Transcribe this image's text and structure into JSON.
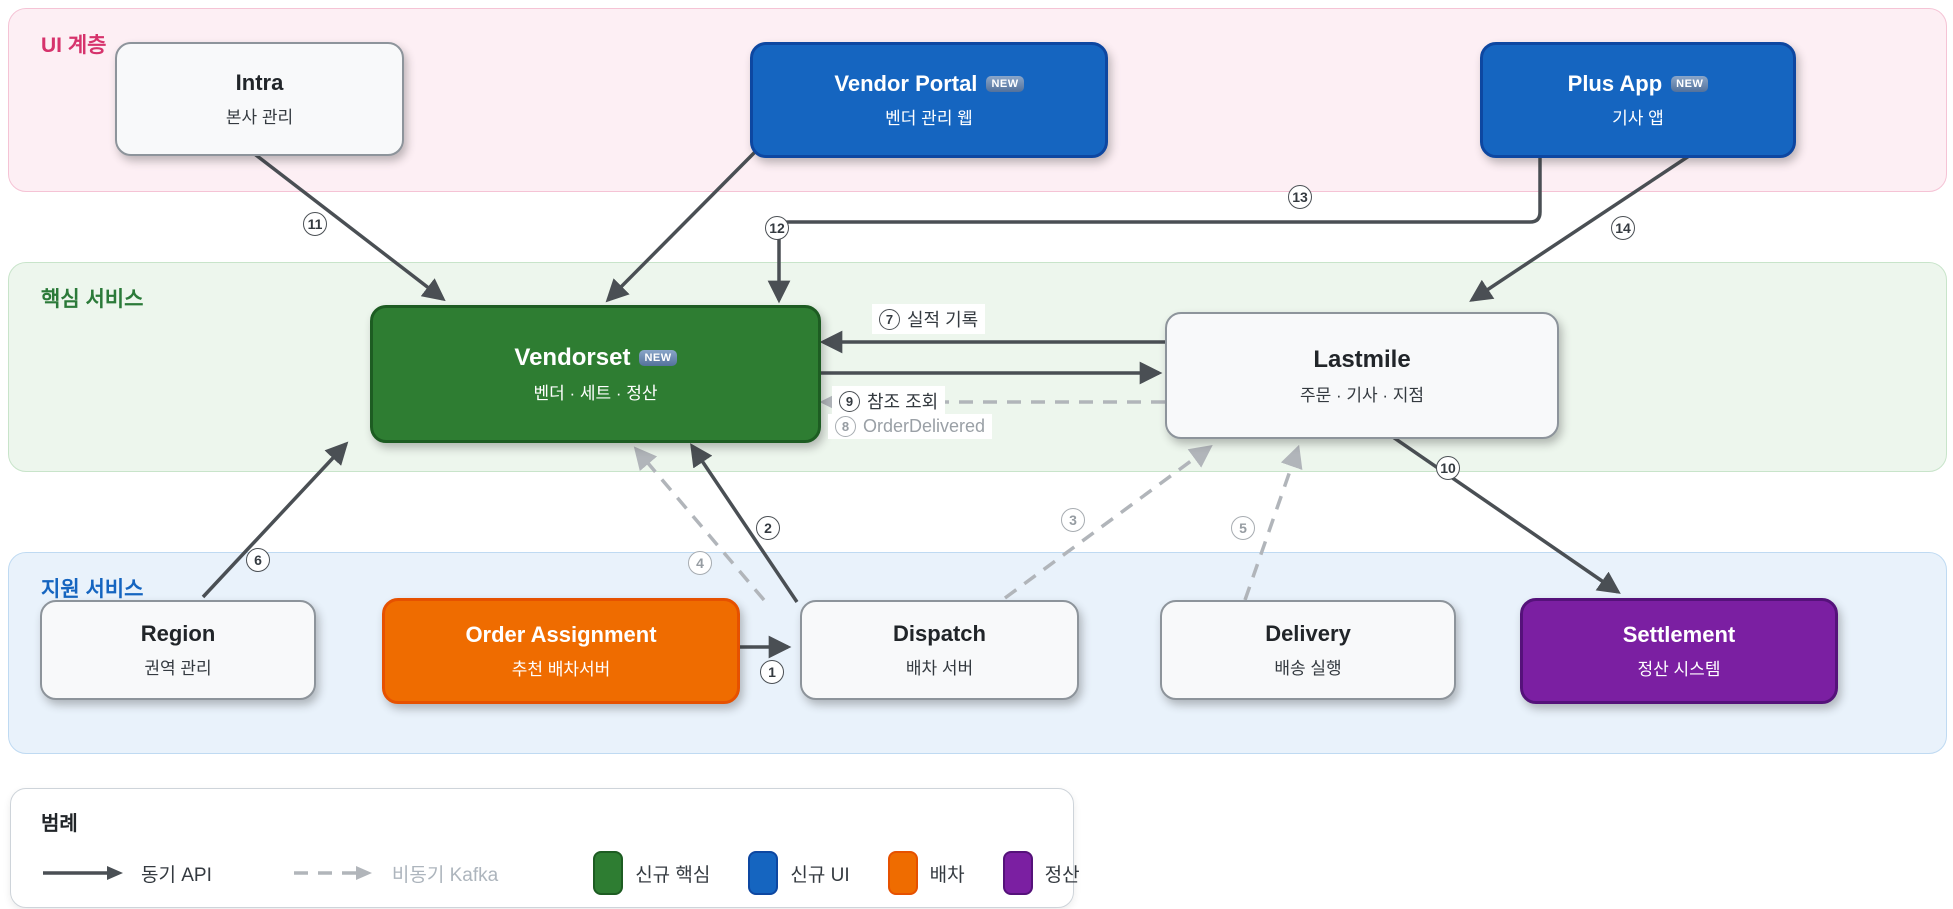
{
  "bands": {
    "ui": {
      "label": "UI 계층"
    },
    "core": {
      "label": "핵심 서비스"
    },
    "support": {
      "label": "지원 서비스"
    }
  },
  "nodes": {
    "intra": {
      "title": "Intra",
      "subtitle": "본사 관리"
    },
    "vendor_portal": {
      "title": "Vendor Portal",
      "badge": "NEW",
      "subtitle": "벤더 관리 웹"
    },
    "plus_app": {
      "title": "Plus App",
      "badge": "NEW",
      "subtitle": "기사 앱"
    },
    "vendorset": {
      "title": "Vendorset",
      "badge": "NEW",
      "subtitle": "벤더 · 세트 · 정산"
    },
    "lastmile": {
      "title": "Lastmile",
      "subtitle": "주문 · 기사 · 지점"
    },
    "region": {
      "title": "Region",
      "subtitle": "권역 관리"
    },
    "order_assignment": {
      "title": "Order Assignment",
      "subtitle": "추천 배차서버"
    },
    "dispatch": {
      "title": "Dispatch",
      "subtitle": "배차 서버"
    },
    "delivery": {
      "title": "Delivery",
      "subtitle": "배송 실행"
    },
    "settlement": {
      "title": "Settlement",
      "subtitle": "정산 시스템"
    }
  },
  "edges": [
    {
      "num": "1",
      "from": "Order Assignment",
      "to": "Dispatch",
      "type": "sync"
    },
    {
      "num": "2",
      "from": "Dispatch",
      "to": "Vendorset",
      "type": "sync"
    },
    {
      "num": "3",
      "from": "Dispatch",
      "to": "Lastmile",
      "type": "async"
    },
    {
      "num": "4",
      "from": "Dispatch",
      "to": "Vendorset",
      "type": "async"
    },
    {
      "num": "5",
      "from": "Delivery",
      "to": "Lastmile",
      "type": "async"
    },
    {
      "num": "6",
      "from": "Region",
      "to": "Vendorset",
      "type": "sync"
    },
    {
      "num": "7",
      "label": "실적 기록",
      "from": "Lastmile",
      "to": "Vendorset",
      "type": "sync"
    },
    {
      "num": "8",
      "label": "OrderDelivered",
      "from": "Lastmile",
      "to": "Vendorset",
      "type": "async"
    },
    {
      "num": "9",
      "label": "참조 조회",
      "from": "Lastmile",
      "to": "Vendorset",
      "type": "async"
    },
    {
      "num": "10",
      "from": "Lastmile",
      "to": "Settlement",
      "type": "sync"
    },
    {
      "num": "11",
      "from": "Intra",
      "to": "Vendorset",
      "type": "sync"
    },
    {
      "num": "12",
      "from": "Vendor Portal",
      "to": "Vendorset",
      "type": "sync"
    },
    {
      "num": "13",
      "from": "Plus App",
      "to": "Vendorset",
      "type": "sync"
    },
    {
      "num": "14",
      "from": "Plus App",
      "to": "Lastmile",
      "type": "sync"
    },
    {
      "num": "",
      "from": "Vendorset",
      "to": "Lastmile",
      "type": "sync"
    }
  ],
  "legend": {
    "title": "범례",
    "sync_label": "동기 API",
    "async_label": "비동기 Kafka",
    "items": [
      {
        "label": "신규 핵심",
        "color": "#2e7d32"
      },
      {
        "label": "신규 UI",
        "color": "#1565c0"
      },
      {
        "label": "배차",
        "color": "#ef6c00"
      },
      {
        "label": "정산",
        "color": "#7b1fa2"
      }
    ]
  },
  "colors": {
    "solid_arrow": "#4a4f54",
    "dashed_arrow": "#b1b5ba",
    "band_ui_label": "#d6336c",
    "band_core_label": "#2b7a39",
    "band_support_label": "#1565c0"
  }
}
